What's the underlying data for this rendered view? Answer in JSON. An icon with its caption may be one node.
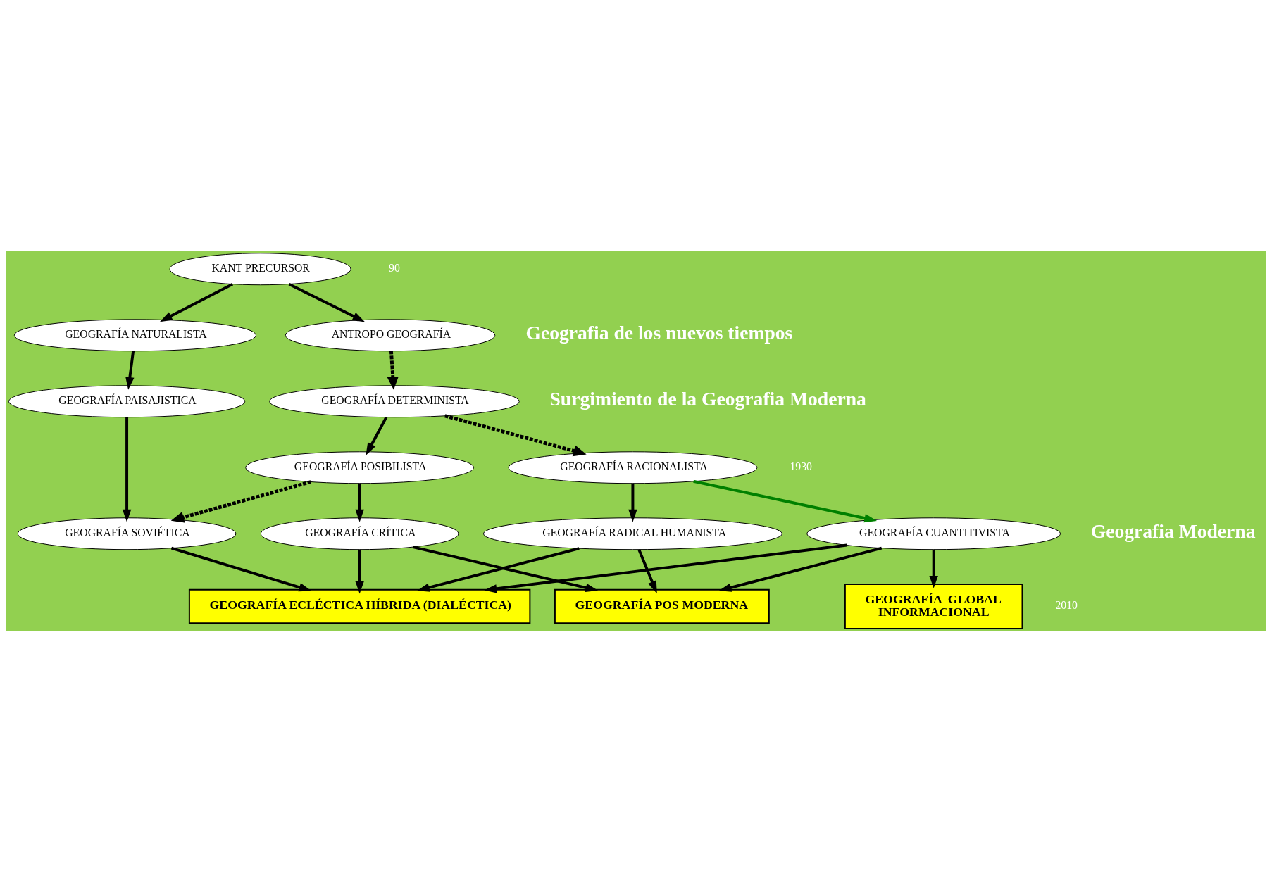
{
  "diagram": {
    "nodes": [
      {
        "text": [
          "KANT PRECURSOR"
        ]
      },
      {
        "text": [
          "GEOGRAFÍA NATURALISTA"
        ]
      },
      {
        "text": [
          "ANTROPO GEOGRAFÍA"
        ]
      },
      {
        "text": [
          "GEOGRAFÍA DETERMINISTA"
        ]
      },
      {
        "text": [
          "GEOGRAFÍA PAISAJISTICA"
        ]
      },
      {
        "text": [
          "GEOGRAFÍA POSIBILISTA"
        ]
      },
      {
        "text": [
          "GEOGRAFÍA RACIONALISTA"
        ]
      },
      {
        "text": [
          "GEOGRAFÍA SOVIÉTICA"
        ]
      },
      {
        "text": [
          "GEOGRAFÍA CRÍTICA"
        ]
      },
      {
        "text": [
          "GEOGRAFÍA RADICAL HUMANISTA"
        ]
      },
      {
        "text": [
          "GEOGRAFÍA CUANTITIVISTA"
        ]
      },
      {
        "text": [
          "GEOGRAFÍA ECLÉCTICA HÍBRIDA (DIALÉCTICA)"
        ]
      },
      {
        "text": [
          "GEOGRAFÍA POS MODERNA"
        ]
      },
      {
        "text": [
          "GEOGRAFÍA  GLOBAL",
          "INFORMACIONAL"
        ]
      }
    ],
    "edges": [
      {
        "from": 0,
        "to": 1,
        "arrow": "to"
      },
      {
        "from": 0,
        "to": 2,
        "arrow": "to"
      },
      {
        "from": 2,
        "to": 3,
        "arrow": "to",
        "style": "dashed"
      },
      {
        "from": 1,
        "to": 4,
        "arrow": "to"
      },
      {
        "from": 3,
        "to": 5,
        "arrow": "to"
      },
      {
        "from": 3,
        "to": 6,
        "arrow": "to",
        "style": "dashed"
      },
      {
        "from": 4,
        "to": 7,
        "arrow": "to"
      },
      {
        "from": 5,
        "to": 7,
        "arrow": "to",
        "style": "dashed"
      },
      {
        "from": 5,
        "to": 8,
        "arrow": "to"
      },
      {
        "from": 6,
        "to": 9,
        "arrow": "to"
      },
      {
        "from": 6,
        "to": 10,
        "arrow": "to",
        "color": "#008000"
      },
      {
        "from": 7,
        "to": 11,
        "arrow": "to"
      },
      {
        "from": 8,
        "to": 11,
        "arrow": "to"
      },
      {
        "from": 8,
        "to": 12,
        "arrow": "to"
      },
      {
        "from": 9,
        "to": 11,
        "arrow": "to"
      },
      {
        "from": 10,
        "to": 11,
        "arrow": "to"
      },
      {
        "from": 9,
        "to": 12,
        "arrow": "to"
      },
      {
        "from": 10,
        "to": 12,
        "arrow": "to"
      },
      {
        "from": 10,
        "to": 13,
        "arrow": "to"
      }
    ],
    "labels": [
      "90",
      "Geografia de los nuevos tiempos",
      "Surgimiento de la Geografia Moderna",
      "1930",
      "Geografia Moderna",
      "2010"
    ]
  }
}
